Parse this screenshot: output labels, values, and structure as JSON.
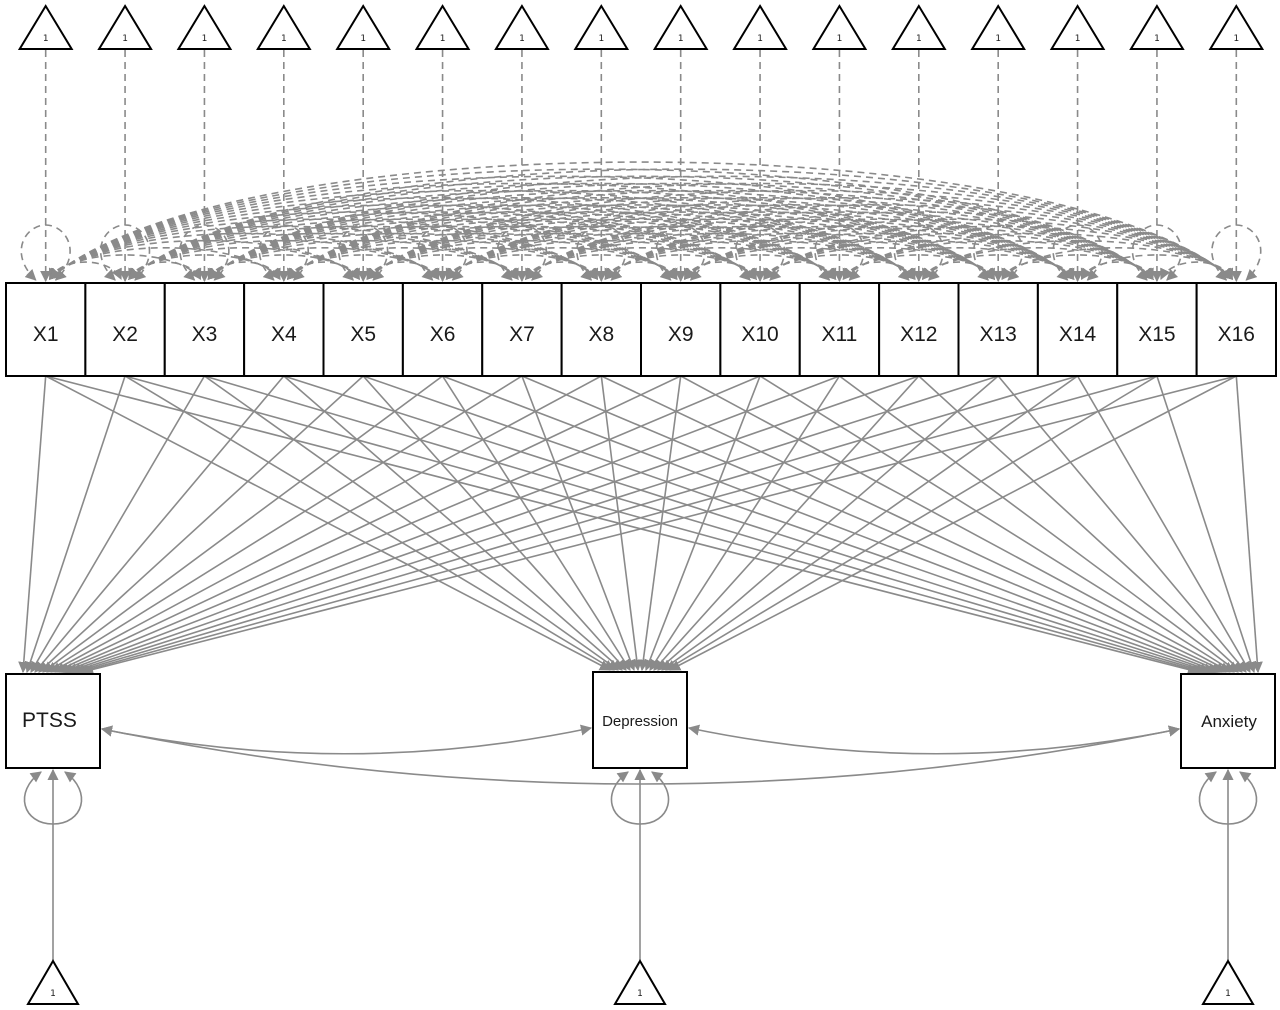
{
  "diagram": {
    "predictors": [
      "X1",
      "X2",
      "X3",
      "X4",
      "X5",
      "X6",
      "X7",
      "X8",
      "X9",
      "X10",
      "X11",
      "X12",
      "X13",
      "X14",
      "X15",
      "X16"
    ],
    "outcomes": [
      "PTSS",
      "Depression",
      "Anxiety"
    ],
    "intercept_label": "1",
    "colors": {
      "line": "#8a8a8a",
      "border": "#000000",
      "text": "#1a1a1a"
    }
  }
}
